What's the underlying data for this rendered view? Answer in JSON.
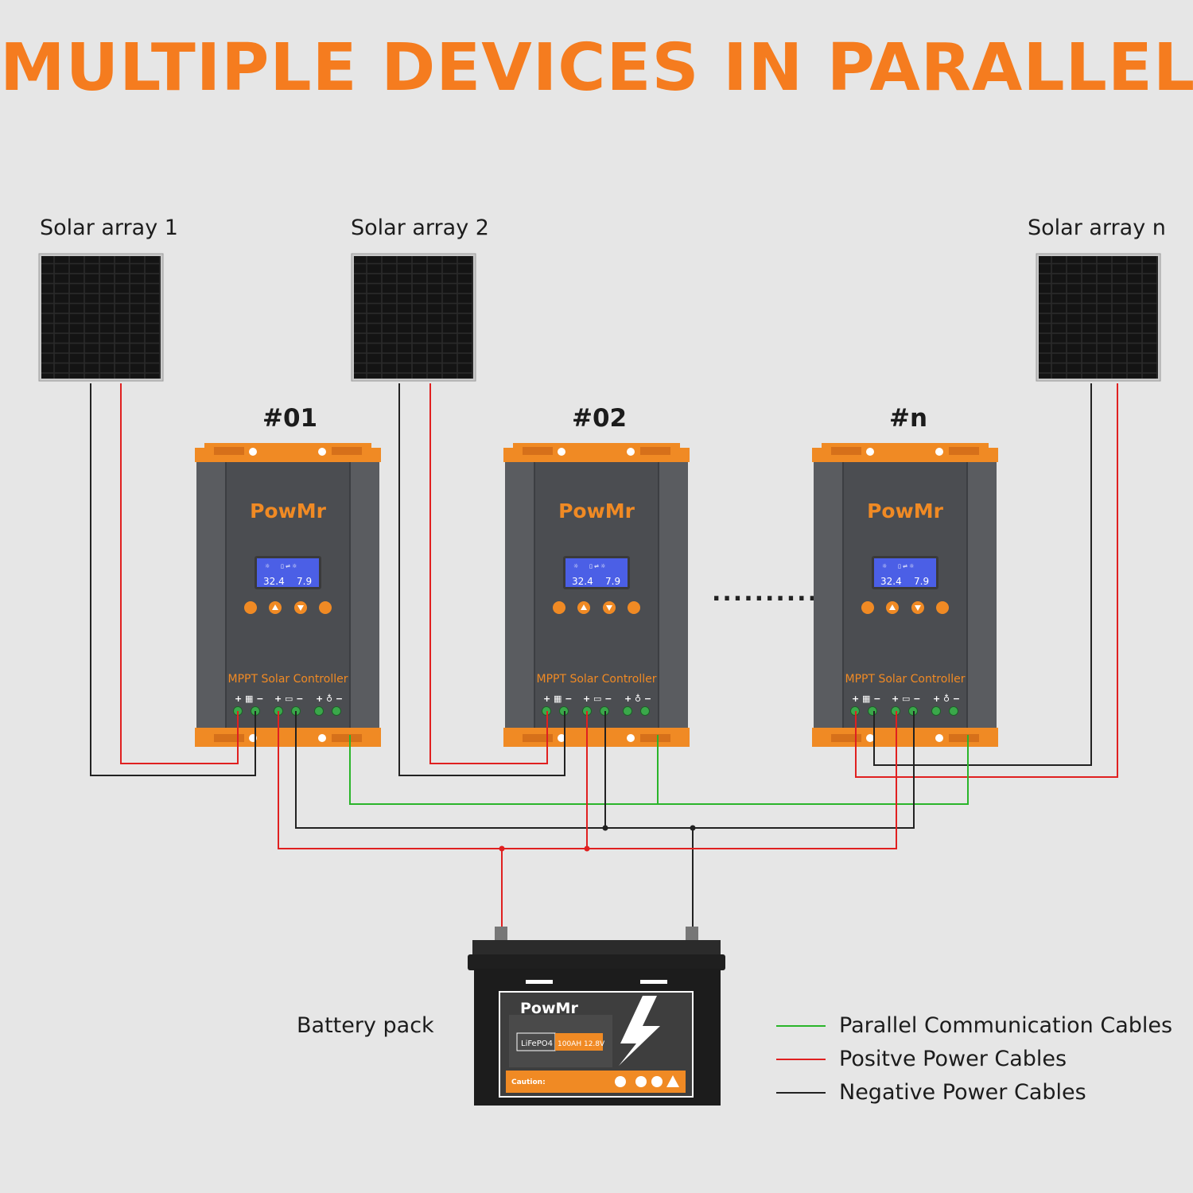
{
  "title": "MULTIPLE DEVICES IN PARALLEL",
  "panels": [
    {
      "label": "Solar array 1"
    },
    {
      "label": "Solar array 2"
    },
    {
      "label": "Solar array n"
    }
  ],
  "controllers": [
    {
      "number": "#01",
      "brand": "PowMr",
      "model": "MPPT Solar Controller",
      "lcd_left": "32.4",
      "lcd_right": "7.9"
    },
    {
      "number": "#02",
      "brand": "PowMr",
      "model": "MPPT Solar Controller",
      "lcd_left": "32.4",
      "lcd_right": "7.9"
    },
    {
      "number": "#n",
      "brand": "PowMr",
      "model": "MPPT Solar Controller",
      "lcd_left": "32.4",
      "lcd_right": "7.9"
    }
  ],
  "ellipsis": "...........",
  "battery": {
    "label": "Battery pack",
    "brand": "PowMr",
    "chemistry": "LiFePO4",
    "spec": "100AH 12.8V",
    "caution": "Caution:"
  },
  "legend": [
    {
      "text": "Parallel Communication Cables",
      "color": "#2ab52a"
    },
    {
      "text": "Positve Power Cables",
      "color": "#e02020"
    },
    {
      "text": "Negative Power Cables",
      "color": "#222222"
    }
  ],
  "colors": {
    "accent": "#f57c1f",
    "positive": "#e02020",
    "negative": "#222222",
    "comm": "#2ab52a"
  }
}
